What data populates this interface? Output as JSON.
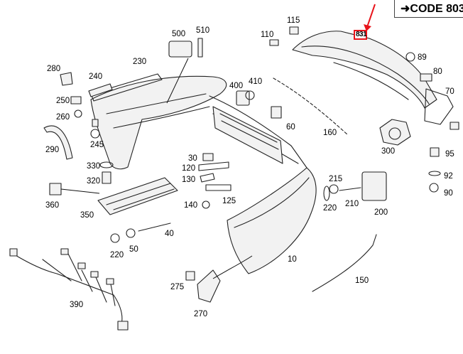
{
  "code_box": {
    "label": "CODE 803"
  },
  "highlight": {
    "label": "831",
    "color": "#e8141b"
  },
  "parts": {
    "p10": "10",
    "p30": "30",
    "p40": "40",
    "p50": "50",
    "p60": "60",
    "p70": "70",
    "p80": "80",
    "p89": "89",
    "p90": "90",
    "p92": "92",
    "p95": "95",
    "p110": "110",
    "p115": "115",
    "p120": "120",
    "p125": "125",
    "p130": "130",
    "p140": "140",
    "p150": "150",
    "p160": "160",
    "p200": "200",
    "p210": "210",
    "p215": "215",
    "p220a": "220",
    "p220b": "220",
    "p230": "230",
    "p240": "240",
    "p245": "245",
    "p250": "250",
    "p260": "260",
    "p270": "270",
    "p275": "275",
    "p280": "280",
    "p290": "290",
    "p300": "300",
    "p320": "320",
    "p330": "330",
    "p350": "350",
    "p360": "360",
    "p390": "390",
    "p400": "400",
    "p410": "410",
    "p500": "500",
    "p510": "510"
  },
  "icons": {
    "arrow": "red-pointer-arrow"
  }
}
